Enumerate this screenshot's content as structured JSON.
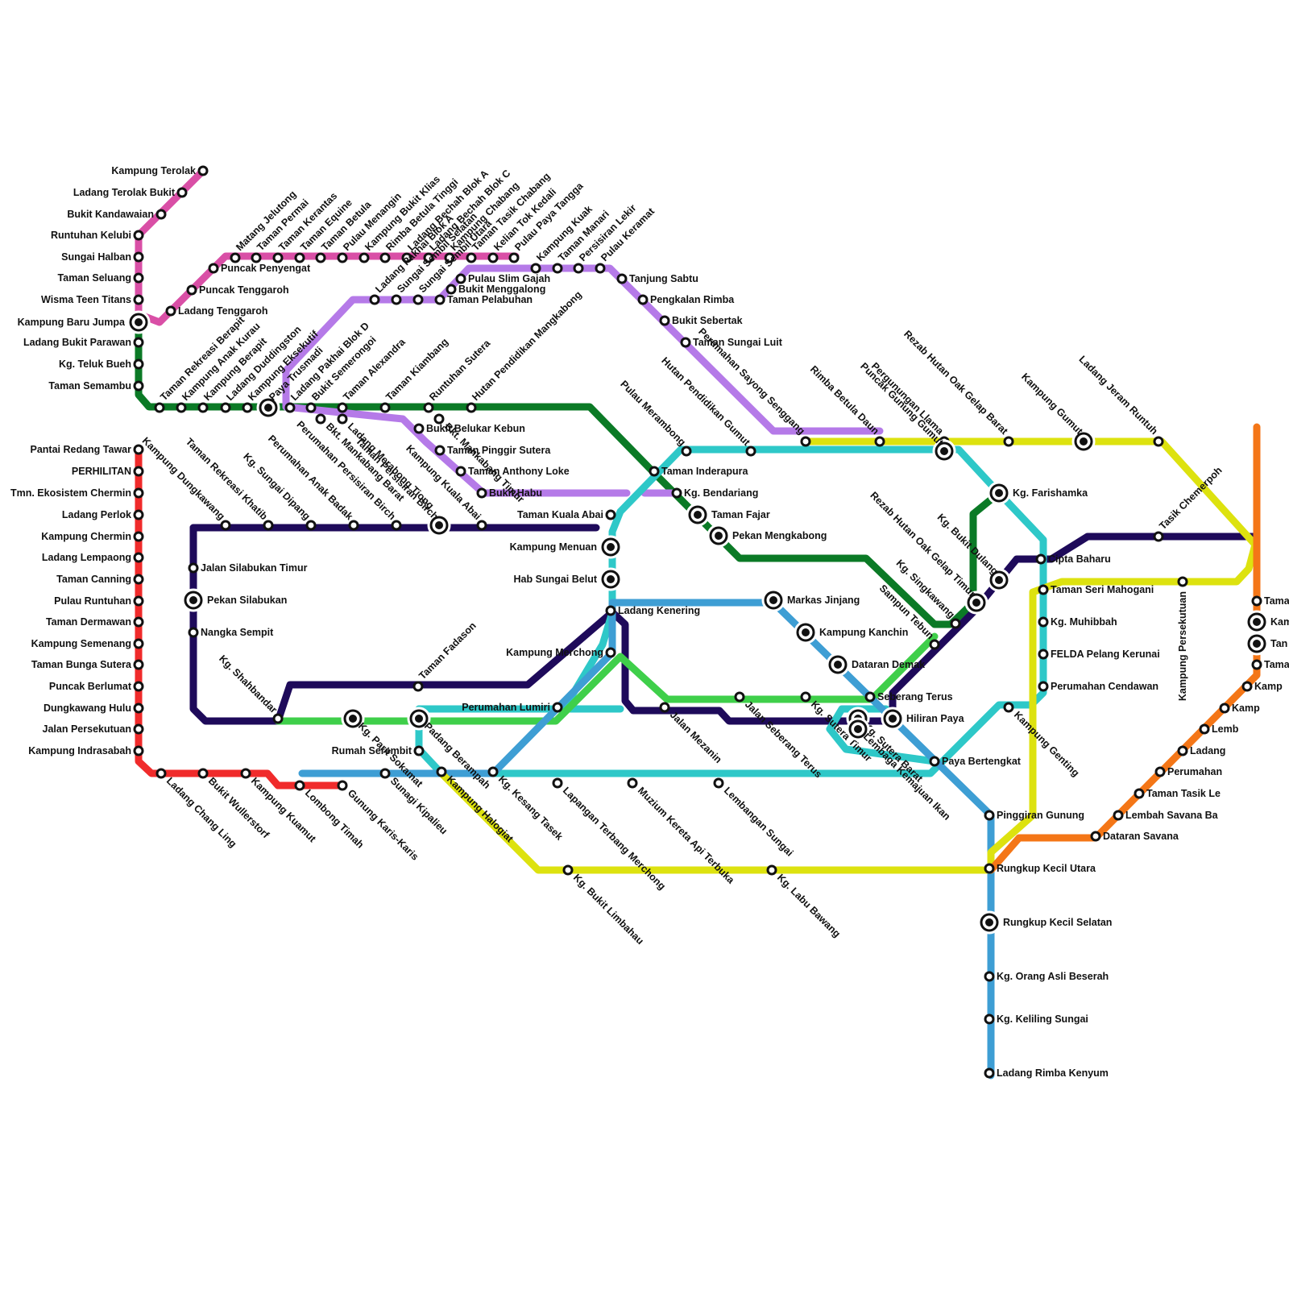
{
  "lines": [
    {
      "id": "pink",
      "color": "#d94fa6"
    },
    {
      "id": "green",
      "color": "#0b7a26"
    },
    {
      "id": "red",
      "color": "#f02b2b"
    },
    {
      "id": "purple",
      "color": "#b57ae8"
    },
    {
      "id": "indigo",
      "color": "#1e0a5a"
    },
    {
      "id": "cyan",
      "color": "#2ec8c8"
    },
    {
      "id": "lime",
      "color": "#3fcf4a"
    },
    {
      "id": "blue",
      "color": "#3e9ed4"
    },
    {
      "id": "yellow",
      "color": "#dde20f"
    },
    {
      "id": "orange",
      "color": "#f47617"
    }
  ],
  "stations": [
    {
      "name": "Kampung Terolak",
      "kind": "stop"
    },
    {
      "name": "Ladang Terolak Bukit",
      "kind": "stop"
    },
    {
      "name": "Bukit Kandawaian",
      "kind": "stop"
    },
    {
      "name": "Runtuhan Kelubi",
      "kind": "stop"
    },
    {
      "name": "Sungai Halban",
      "kind": "stop"
    },
    {
      "name": "Taman Seluang",
      "kind": "stop"
    },
    {
      "name": "Wisma Teen Titans",
      "kind": "stop"
    },
    {
      "name": "Kampung Baru Jumpa",
      "kind": "interchange"
    },
    {
      "name": "Ladang Bukit Parawan",
      "kind": "stop"
    },
    {
      "name": "Kg. Teluk Bueh",
      "kind": "stop"
    },
    {
      "name": "Taman Semambu",
      "kind": "stop"
    },
    {
      "name": "Pantai Redang Tawar",
      "kind": "stop"
    },
    {
      "name": "PERHILITAN",
      "kind": "stop"
    },
    {
      "name": "Tmn. Ekosistem Chermin",
      "kind": "stop"
    },
    {
      "name": "Ladang Perlok",
      "kind": "stop"
    },
    {
      "name": "Kampung Chermin",
      "kind": "stop"
    },
    {
      "name": "Ladang Lempaong",
      "kind": "stop"
    },
    {
      "name": "Taman Canning",
      "kind": "stop"
    },
    {
      "name": "Pulau Runtuhan",
      "kind": "stop"
    },
    {
      "name": "Taman Dermawan",
      "kind": "stop"
    },
    {
      "name": "Kampung Semenang",
      "kind": "stop"
    },
    {
      "name": "Taman Bunga Sutera",
      "kind": "stop"
    },
    {
      "name": "Puncak Berlumat",
      "kind": "stop"
    },
    {
      "name": "Dungkawang Hulu",
      "kind": "stop"
    },
    {
      "name": "Jalan Persekutuan",
      "kind": "stop"
    },
    {
      "name": "Kampung Indrasabah",
      "kind": "stop"
    },
    {
      "name": "Ladang Chang Ling",
      "kind": "stop"
    },
    {
      "name": "Bukit Wullerstorf",
      "kind": "stop"
    },
    {
      "name": "Kampung Kuamut",
      "kind": "stop"
    },
    {
      "name": "Lombong Timah",
      "kind": "stop"
    },
    {
      "name": "Gunung Karis-Karis",
      "kind": "stop"
    },
    {
      "name": "Sunagi Kipalieu",
      "kind": "stop"
    },
    {
      "name": "Puncak Penyengat",
      "kind": "stop"
    },
    {
      "name": "Puncak Tenggaroh",
      "kind": "stop"
    },
    {
      "name": "Ladang Tenggaroh",
      "kind": "stop"
    },
    {
      "name": "Matang Jelutong",
      "kind": "stop"
    },
    {
      "name": "Taman Permai",
      "kind": "stop"
    },
    {
      "name": "Taman Kerantas",
      "kind": "stop"
    },
    {
      "name": "Taman Equine",
      "kind": "stop"
    },
    {
      "name": "Taman Betula",
      "kind": "stop"
    },
    {
      "name": "Pulau Menangin",
      "kind": "stop"
    },
    {
      "name": "Kampung Bukit Klias",
      "kind": "stop"
    },
    {
      "name": "Rimba Betula Tinggi",
      "kind": "stop"
    },
    {
      "name": "Ladang Bechah Blok A",
      "kind": "stop"
    },
    {
      "name": "Ladang Bechah Blok C",
      "kind": "stop"
    },
    {
      "name": "Kampung Chabang",
      "kind": "stop"
    },
    {
      "name": "Taman Tasik Chabang",
      "kind": "stop"
    },
    {
      "name": "Kelian Tok Kedali",
      "kind": "stop"
    },
    {
      "name": "Pulau Paya Tangga",
      "kind": "stop"
    },
    {
      "name": "Kampung Kuak",
      "kind": "stop"
    },
    {
      "name": "Taman Manari",
      "kind": "stop"
    },
    {
      "name": "Persisiran Lekir",
      "kind": "stop"
    },
    {
      "name": "Pulau Keramat",
      "kind": "stop"
    },
    {
      "name": "Tanjung Sabtu",
      "kind": "stop"
    },
    {
      "name": "Pengkalan Rimba",
      "kind": "stop"
    },
    {
      "name": "Bukit Sebertak",
      "kind": "stop"
    },
    {
      "name": "Taman Sungai Luit",
      "kind": "stop"
    },
    {
      "name": "Ladang Pakhai Blok A",
      "kind": "stop"
    },
    {
      "name": "Sungai Sembil Selatan",
      "kind": "stop"
    },
    {
      "name": "Sungai Sembil Utara",
      "kind": "stop"
    },
    {
      "name": "Pulau Slim Gajah",
      "kind": "stop"
    },
    {
      "name": "Bukit Menggalong",
      "kind": "stop"
    },
    {
      "name": "Taman Pelabuhan",
      "kind": "stop"
    },
    {
      "name": "Taman Rekreasi Berapit",
      "kind": "stop"
    },
    {
      "name": "Kampung Anak Kurau",
      "kind": "stop"
    },
    {
      "name": "Kampung Berapit",
      "kind": "stop"
    },
    {
      "name": "Ladang Duddingston",
      "kind": "stop"
    },
    {
      "name": "Kampung Eksekutif",
      "kind": "stop"
    },
    {
      "name": "Paya Trusmadi",
      "kind": "interchange"
    },
    {
      "name": "Ladang Pakhai Blok D",
      "kind": "stop"
    },
    {
      "name": "Bukit Semerongoi",
      "kind": "stop"
    },
    {
      "name": "Bkt. Mankabang Barat",
      "kind": "stop"
    },
    {
      "name": "Taman Alexandra",
      "kind": "stop"
    },
    {
      "name": "Taman Kiambang",
      "kind": "stop"
    },
    {
      "name": "Runtuhan Sutera",
      "kind": "stop"
    },
    {
      "name": "Hutan Pendidikan Mangkabong",
      "kind": "stop"
    },
    {
      "name": "Ladang Merabong Tiong",
      "kind": "stop"
    },
    {
      "name": "Bkt. Mankabang Timur",
      "kind": "stop"
    },
    {
      "name": "Bukit Belukar Kebun",
      "kind": "stop"
    },
    {
      "name": "Taman Pinggir Sutera",
      "kind": "stop"
    },
    {
      "name": "Taman Anthony Loke",
      "kind": "stop"
    },
    {
      "name": "Bukit Habu",
      "kind": "stop"
    },
    {
      "name": "Kampung Dungkawang",
      "kind": "stop"
    },
    {
      "name": "Taman Rekreasi Khatib",
      "kind": "stop"
    },
    {
      "name": "Kg. Sungai Dipang",
      "kind": "stop"
    },
    {
      "name": "Perumahan Anak Badak",
      "kind": "stop"
    },
    {
      "name": "Perumahan Persisiran Birch",
      "kind": "stop"
    },
    {
      "name": "Taman Persisiran Birch",
      "kind": "interchange"
    },
    {
      "name": "Kampung Kuala Abai",
      "kind": "stop"
    },
    {
      "name": "Taman Kuala Abai",
      "kind": "stop"
    },
    {
      "name": "Jalan Silabukan Timur",
      "kind": "stop"
    },
    {
      "name": "Pekan Silabukan",
      "kind": "interchange"
    },
    {
      "name": "Nangka Sempit",
      "kind": "stop"
    },
    {
      "name": "Kg. Shahbandar",
      "kind": "stop"
    },
    {
      "name": "Kg. Parit Sokamat",
      "kind": "interchange"
    },
    {
      "name": "Taman Fadason",
      "kind": "stop"
    },
    {
      "name": "Padang Berampah",
      "kind": "interchange"
    },
    {
      "name": "Rumah Serembit",
      "kind": "stop"
    },
    {
      "name": "Kampung Halogiat",
      "kind": "stop"
    },
    {
      "name": "Kg. Kesang Tasek",
      "kind": "stop"
    },
    {
      "name": "Perumahan Lumiri",
      "kind": "stop"
    },
    {
      "name": "Kampung Menuan",
      "kind": "interchange"
    },
    {
      "name": "Hab Sungai Belut",
      "kind": "interchange"
    },
    {
      "name": "Ladang Kenering",
      "kind": "stop"
    },
    {
      "name": "Kampung Merchong",
      "kind": "stop"
    },
    {
      "name": "Lapangan Terbang Merchong",
      "kind": "stop"
    },
    {
      "name": "Muzium Kereta Api Terbuka",
      "kind": "stop"
    },
    {
      "name": "Lembangan Sungai",
      "kind": "stop"
    },
    {
      "name": "Kg. Bukit Limbahau",
      "kind": "stop"
    },
    {
      "name": "Kg. Labu Bawang",
      "kind": "stop"
    },
    {
      "name": "Jalan Mezanin",
      "kind": "stop"
    },
    {
      "name": "Jalan Seberang Terus",
      "kind": "stop"
    },
    {
      "name": "Kg. Sutera Timur",
      "kind": "stop"
    },
    {
      "name": "Kg. Sutera Barat",
      "kind": "interchange"
    },
    {
      "name": "Lembaga Kemajuan Ikan",
      "kind": "interchange"
    },
    {
      "name": "Pulau Merambong",
      "kind": "stop"
    },
    {
      "name": "Taman Inderapura",
      "kind": "stop"
    },
    {
      "name": "Kg. Bendariang",
      "kind": "stop"
    },
    {
      "name": "Taman Fajar",
      "kind": "interchange"
    },
    {
      "name": "Pekan Mengkabong",
      "kind": "interchange"
    },
    {
      "name": "Hutan Pendidikan Gumut",
      "kind": "stop"
    },
    {
      "name": "Perumahan Sayong Senggang",
      "kind": "stop"
    },
    {
      "name": "Rimba Betula Daun",
      "kind": "stop"
    },
    {
      "name": "Pergunungan Llama",
      "kind": "stop"
    },
    {
      "name": "Rezab Hutan Oak Gelap Barat",
      "kind": "stop"
    },
    {
      "name": "Kampung Gumut",
      "kind": "interchange"
    },
    {
      "name": "Ladang Jeram Runtuh",
      "kind": "stop"
    },
    {
      "name": "Puncak Gunung Gumut",
      "kind": "interchange"
    },
    {
      "name": "Kg. Farishamka",
      "kind": "interchange"
    },
    {
      "name": "Kg. Bukit Dulang",
      "kind": "interchange"
    },
    {
      "name": "Rezab Hutan Oak Gelap Timur",
      "kind": "interchange"
    },
    {
      "name": "Kg. Singkawang",
      "kind": "stop"
    },
    {
      "name": "Sampun Tebun",
      "kind": "stop"
    },
    {
      "name": "Cipta Baharu",
      "kind": "stop"
    },
    {
      "name": "Tasik Chemerpoh",
      "kind": "stop"
    },
    {
      "name": "Markas Jinjang",
      "kind": "interchange"
    },
    {
      "name": "Kampung Kanchin",
      "kind": "interchange"
    },
    {
      "name": "Dataran Demak",
      "kind": "interchange"
    },
    {
      "name": "Seberang Terus",
      "kind": "stop"
    },
    {
      "name": "Hiliran Paya",
      "kind": "interchange"
    },
    {
      "name": "Paya Bertengkat",
      "kind": "stop"
    },
    {
      "name": "Pinggiran Gunung",
      "kind": "stop"
    },
    {
      "name": "Rungkup Kecil Utara",
      "kind": "stop"
    },
    {
      "name": "Rungkup Kecil Selatan",
      "kind": "interchange"
    },
    {
      "name": "Kg. Orang Asli Beserah",
      "kind": "stop"
    },
    {
      "name": "Kg. Keliling Sungai",
      "kind": "stop"
    },
    {
      "name": "Ladang Rimba Kenyum",
      "kind": "stop"
    },
    {
      "name": "Taman Seri Mahogani",
      "kind": "stop"
    },
    {
      "name": "Kg. Muhibbah",
      "kind": "stop"
    },
    {
      "name": "FELDA Pelang Kerunai",
      "kind": "stop"
    },
    {
      "name": "Perumahan Cendawan",
      "kind": "stop"
    },
    {
      "name": "Kampung Genting",
      "kind": "stop"
    },
    {
      "name": "Kampung Persekutuan",
      "kind": "stop"
    },
    {
      "name": "Dataran Savana",
      "kind": "stop"
    },
    {
      "name": "Lembah Savana Ba",
      "kind": "stop"
    },
    {
      "name": "Taman Tasik Le",
      "kind": "stop"
    },
    {
      "name": "Perumahan",
      "kind": "stop"
    },
    {
      "name": "Ladang",
      "kind": "stop"
    },
    {
      "name": "Lemb",
      "kind": "stop"
    },
    {
      "name": "Kamp",
      "kind": "stop"
    },
    {
      "name": "Kamp",
      "kind": "stop"
    },
    {
      "name": "Tama",
      "kind": "stop"
    },
    {
      "name": "Tan",
      "kind": "interchange"
    },
    {
      "name": "Kamp",
      "kind": "interchange"
    },
    {
      "name": "Tama",
      "kind": "stop"
    }
  ]
}
